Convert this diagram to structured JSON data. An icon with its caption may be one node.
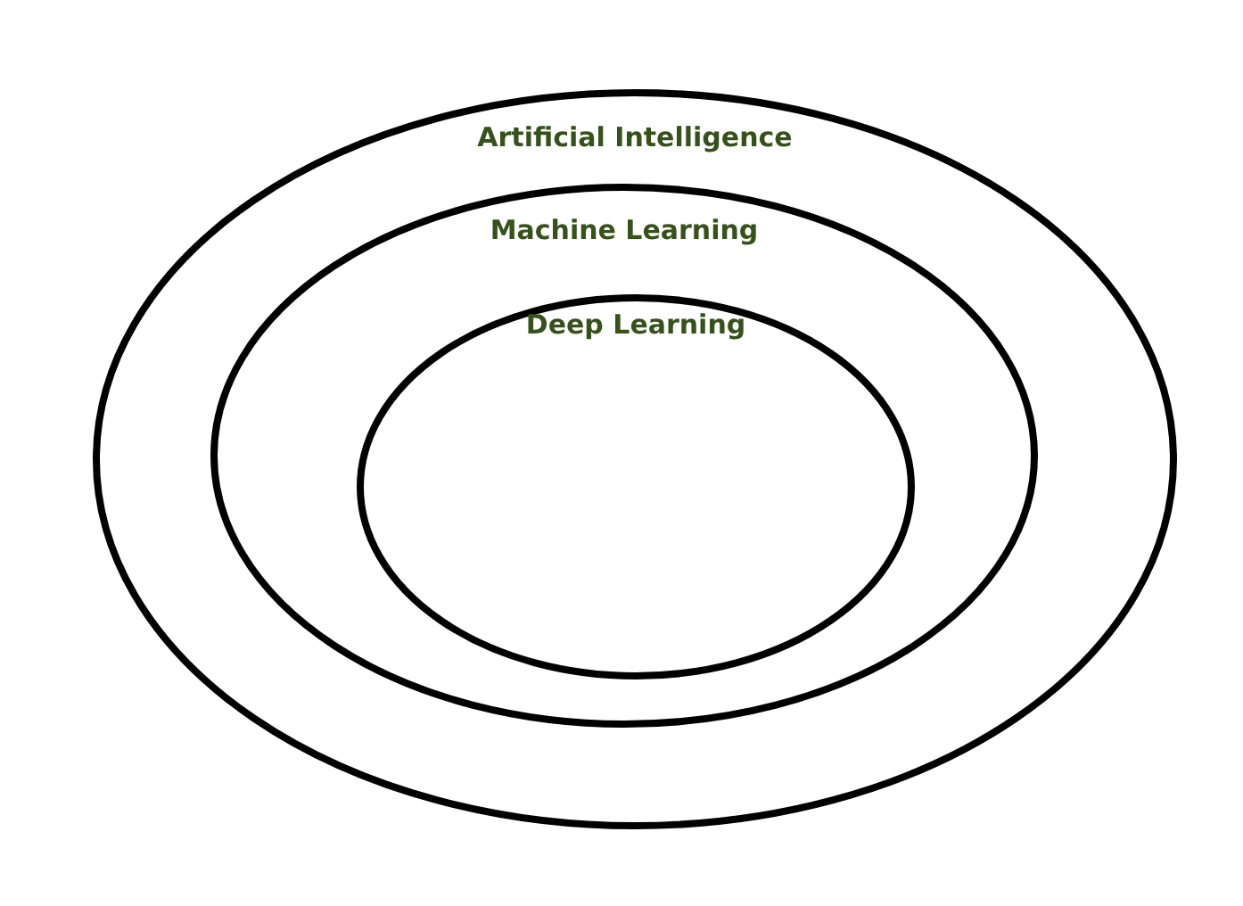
{
  "diagram": {
    "nodes": [
      {
        "text": [
          "Artificial Intelligence"
        ]
      },
      {
        "text": [
          "Machine Learning"
        ],
        "in": 0
      },
      {
        "text": [
          "Deep Learning"
        ],
        "in": 1
      }
    ]
  }
}
